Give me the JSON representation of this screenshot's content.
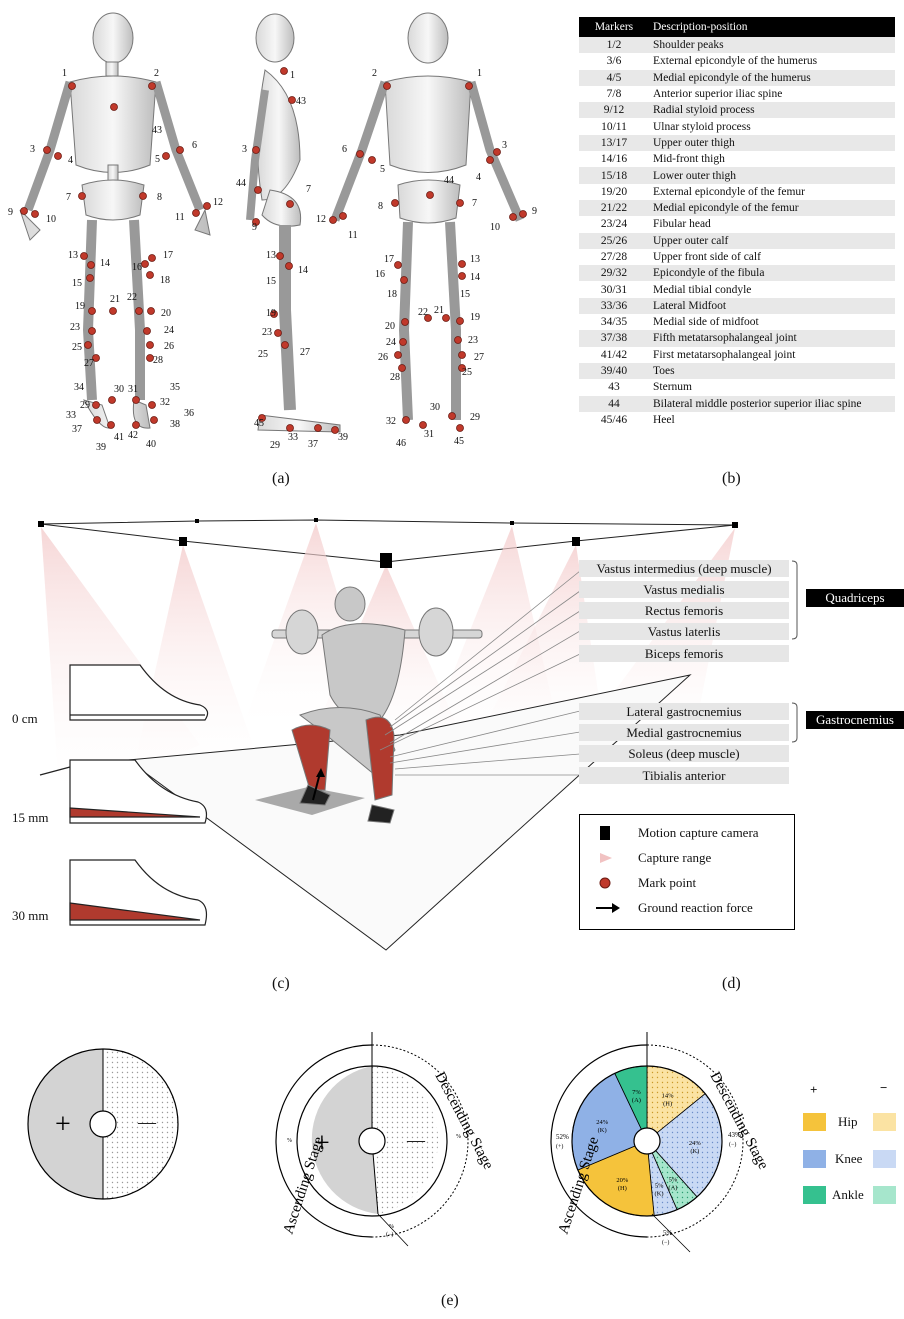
{
  "panels": {
    "a": "(a)",
    "b": "(b)",
    "c": "(c)",
    "d": "(d)",
    "e": "(e)"
  },
  "marker_table": {
    "headers": [
      "Markers",
      "Description-position"
    ],
    "rows": [
      [
        "1/2",
        "Shoulder peaks"
      ],
      [
        "3/6",
        "External epicondyle of the humerus"
      ],
      [
        "4/5",
        "Medial epicondyle of the humerus"
      ],
      [
        "7/8",
        "Anterior superior iliac spine"
      ],
      [
        "9/12",
        "Radial styloid process"
      ],
      [
        "10/11",
        "Ulnar styloid process"
      ],
      [
        "13/17",
        "Upper outer thigh"
      ],
      [
        "14/16",
        "Mid-front thigh"
      ],
      [
        "15/18",
        "Lower outer thigh"
      ],
      [
        "19/20",
        "External epicondyle of the femur"
      ],
      [
        "21/22",
        "Medial epicondyle of the femur"
      ],
      [
        "23/24",
        "Fibular head"
      ],
      [
        "25/26",
        "Upper outer calf"
      ],
      [
        "27/28",
        "Upper front side of calf"
      ],
      [
        "29/32",
        "Epicondyle of the fibula"
      ],
      [
        "30/31",
        "Medial tibial condyle"
      ],
      [
        "33/36",
        "Lateral Midfoot"
      ],
      [
        "34/35",
        "Medial side of midfoot"
      ],
      [
        "37/38",
        "Fifth metatarsophalangeal joint"
      ],
      [
        "41/42",
        "First metatarsophalangeal joint"
      ],
      [
        "39/40",
        "Toes"
      ],
      [
        "43",
        "Sternum"
      ],
      [
        "44",
        "Bilateral middle posterior superior iliac spine"
      ],
      [
        "45/46",
        "Heel"
      ]
    ]
  },
  "muscles": {
    "quadriceps": [
      "Vastus intermedius (deep muscle)",
      "Vastus medialis",
      "Rectus femoris",
      "Vastus laterlis"
    ],
    "biceps": "Biceps femoris",
    "gastrocnemius": [
      "Lateral gastrocnemius",
      "Medial gastrocnemius"
    ],
    "others": [
      "Soleus  (deep muscle)",
      "Tibialis anterior"
    ],
    "group_quadriceps": "Quadriceps",
    "group_gastrocnemius": "Gastrocnemius"
  },
  "heel_heights": [
    "0 cm",
    "15 mm",
    "30 mm"
  ],
  "legend_cd": [
    "Motion capture camera",
    "Capture range",
    "Mark point",
    "Ground reaction force"
  ],
  "wheels": {
    "plus": "+",
    "minus": "—",
    "ascending": "Ascending Stage",
    "descending": "Descending Stage",
    "pct_left": "%",
    "pct_right": "%",
    "sign_minus": "(−)",
    "pct_bottom": "%",
    "pie_labels": [
      {
        "value": "14%",
        "tag": "(H)"
      },
      {
        "value": "24%",
        "tag": "(K)"
      },
      {
        "value": "5%",
        "tag": "(A)"
      },
      {
        "value": "5%",
        "tag": "(K)"
      },
      {
        "value": "20%",
        "tag": "(H)"
      },
      {
        "value": "24%",
        "tag": "(K)"
      },
      {
        "value": "7%",
        "tag": "(A)"
      }
    ],
    "side_left": "52%",
    "side_left_sign": "(+)",
    "side_right": "43%",
    "side_right_sign": "(−)",
    "bottom_pct": "5%",
    "bottom_sign": "(−)"
  },
  "legend_e": {
    "plus": "+",
    "minus": "−",
    "items": [
      "Hip",
      "Knee",
      "Ankle"
    ],
    "colors": {
      "hip": "#f5c33b",
      "knee": "#8fb1e6",
      "ankle": "#35c18f",
      "hip_light": "#fbe3a3",
      "knee_light": "#c9d9f4",
      "ankle_light": "#a6e6cc"
    }
  }
}
